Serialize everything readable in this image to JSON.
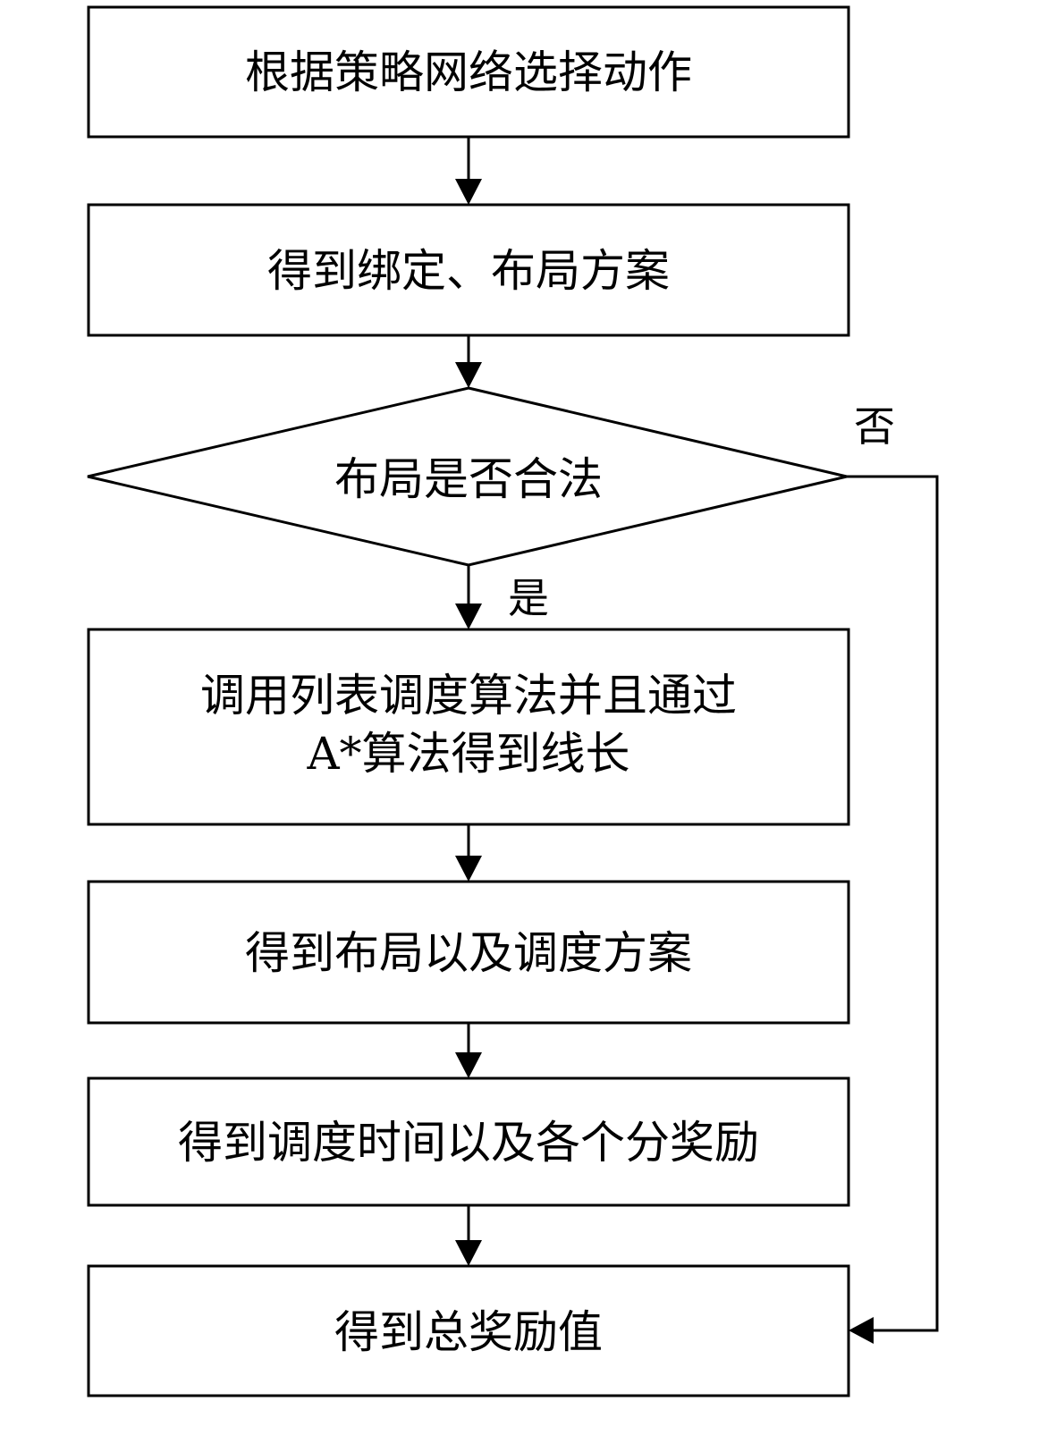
{
  "flowchart": {
    "nodes": [
      {
        "id": "select-action",
        "shape": "rect",
        "lines": [
          "根据策略网络选择动作"
        ]
      },
      {
        "id": "get-binding-layout",
        "shape": "rect",
        "lines": [
          "得到绑定、布局方案"
        ]
      },
      {
        "id": "layout-legal",
        "shape": "diamond",
        "lines": [
          "布局是否合法"
        ]
      },
      {
        "id": "list-scheduling",
        "shape": "rect",
        "lines": [
          "调用列表调度算法并且通过",
          "A*算法得到线长"
        ]
      },
      {
        "id": "get-layout-schedule",
        "shape": "rect",
        "lines": [
          "得到布局以及调度方案"
        ]
      },
      {
        "id": "get-time-rewards",
        "shape": "rect",
        "lines": [
          "得到调度时间以及各个分奖励"
        ]
      },
      {
        "id": "get-total-reward",
        "shape": "rect",
        "lines": [
          "得到总奖励值"
        ]
      }
    ],
    "edges": [
      {
        "from": "select-action",
        "to": "get-binding-layout",
        "label": ""
      },
      {
        "from": "get-binding-layout",
        "to": "layout-legal",
        "label": ""
      },
      {
        "from": "layout-legal",
        "to": "list-scheduling",
        "label": "是"
      },
      {
        "from": "list-scheduling",
        "to": "get-layout-schedule",
        "label": ""
      },
      {
        "from": "get-layout-schedule",
        "to": "get-time-rewards",
        "label": ""
      },
      {
        "from": "get-time-rewards",
        "to": "get-total-reward",
        "label": ""
      },
      {
        "from": "layout-legal",
        "to": "get-total-reward",
        "label": "否"
      }
    ],
    "colors": {
      "stroke": "#000000",
      "fill": "#ffffff",
      "text": "#000000"
    }
  }
}
